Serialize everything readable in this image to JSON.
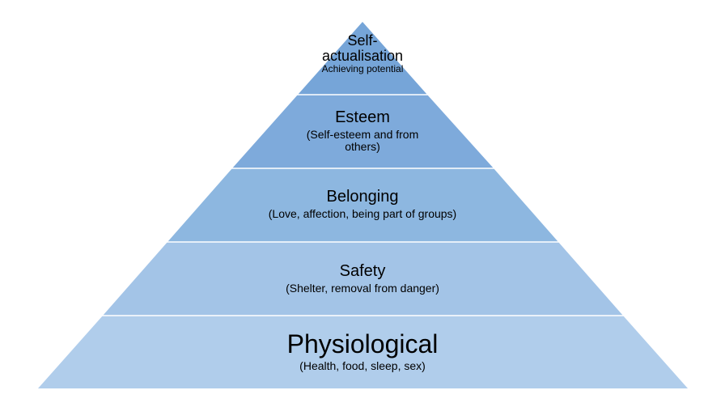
{
  "diagram": {
    "colors": {
      "level_1": "#76a5d8",
      "level_2": "#7eaadb",
      "level_3": "#8db7e0",
      "level_4": "#a3c4e7",
      "level_5": "#b0cdeb",
      "divider": "#ffffff"
    },
    "levels": [
      {
        "title": "Self-\nactualisation",
        "subtitle": "Achieving potential"
      },
      {
        "title": "Esteem",
        "subtitle": "(Self-esteem and from\nothers)"
      },
      {
        "title": "Belonging",
        "subtitle": "(Love, affection, being part of groups)"
      },
      {
        "title": "Safety",
        "subtitle": "(Shelter, removal from danger)"
      },
      {
        "title": "Physiological",
        "subtitle": "(Health, food, sleep, sex)"
      }
    ]
  }
}
